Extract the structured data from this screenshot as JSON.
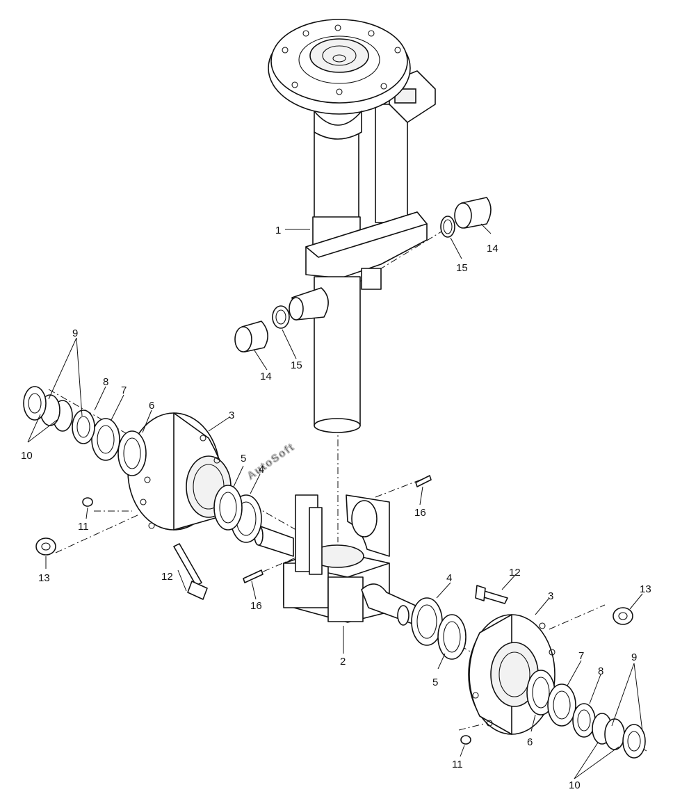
{
  "watermark": "AutoSoft",
  "callouts": [
    {
      "id": "c1",
      "text": "1"
    },
    {
      "id": "c2",
      "text": "2"
    },
    {
      "id": "c3a",
      "text": "3"
    },
    {
      "id": "c3b",
      "text": "3"
    },
    {
      "id": "c4a",
      "text": "4"
    },
    {
      "id": "c4b",
      "text": "4"
    },
    {
      "id": "c5a",
      "text": "5"
    },
    {
      "id": "c5b",
      "text": "5"
    },
    {
      "id": "c6a",
      "text": "6"
    },
    {
      "id": "c6b",
      "text": "6"
    },
    {
      "id": "c7a",
      "text": "7"
    },
    {
      "id": "c7b",
      "text": "7"
    },
    {
      "id": "c8a",
      "text": "8"
    },
    {
      "id": "c8b",
      "text": "8"
    },
    {
      "id": "c9a",
      "text": "9"
    },
    {
      "id": "c9b",
      "text": "9"
    },
    {
      "id": "c10a",
      "text": "10"
    },
    {
      "id": "c10b",
      "text": "10"
    },
    {
      "id": "c11a",
      "text": "11"
    },
    {
      "id": "c11b",
      "text": "11"
    },
    {
      "id": "c12a",
      "text": "12"
    },
    {
      "id": "c12b",
      "text": "12"
    },
    {
      "id": "c13a",
      "text": "13"
    },
    {
      "id": "c13b",
      "text": "13"
    },
    {
      "id": "c14a",
      "text": "14"
    },
    {
      "id": "c14b",
      "text": "14"
    },
    {
      "id": "c15a",
      "text": "15"
    },
    {
      "id": "c15b",
      "text": "15"
    },
    {
      "id": "c16a",
      "text": "16"
    },
    {
      "id": "c16b",
      "text": "16"
    }
  ]
}
